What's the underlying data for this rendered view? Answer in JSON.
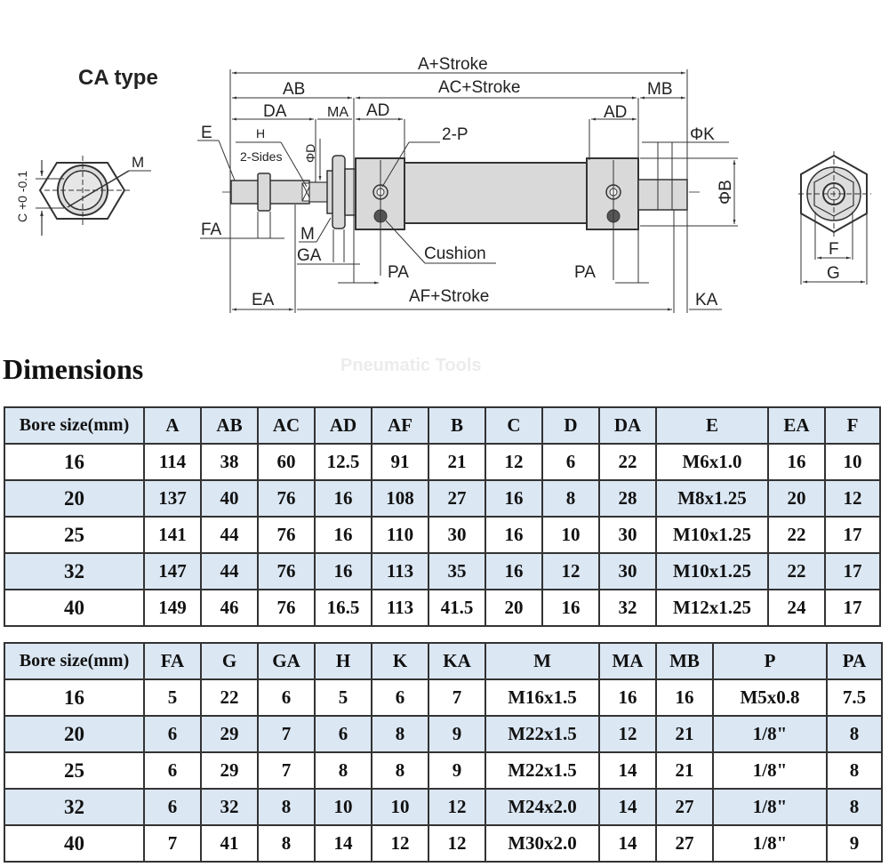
{
  "drawing": {
    "title": "CA type",
    "labels": {
      "a_stroke": "A+Stroke",
      "ab": "AB",
      "ac_stroke": "AC+Stroke",
      "mb": "MB",
      "da": "DA",
      "ma": "MA",
      "ad_left": "AD",
      "ad_right": "AD",
      "e": "E",
      "h": "H",
      "two_sides": "2-Sides",
      "phi_d": "ΦD",
      "two_p": "2-P",
      "phi_k": "ΦK",
      "phi_b": "ΦB",
      "fa": "FA",
      "m_mid": "M",
      "ga": "GA",
      "cushion": "Cushion",
      "pa_left": "PA",
      "pa_right": "PA",
      "ea": "EA",
      "af_stroke": "AF+Stroke",
      "ka": "KA",
      "m_left": "M",
      "c_tol": "C +0 -0.1",
      "f": "F",
      "g": "G"
    }
  },
  "section_title": "Dimensions",
  "watermark": "Pneumatic Tools",
  "table1": {
    "headers": [
      "Bore size(mm)",
      "A",
      "AB",
      "AC",
      "AD",
      "AF",
      "B",
      "C",
      "D",
      "DA",
      "E",
      "EA",
      "F"
    ],
    "rows": [
      [
        "16",
        "114",
        "38",
        "60",
        "12.5",
        "91",
        "21",
        "12",
        "6",
        "22",
        "M6x1.0",
        "16",
        "10"
      ],
      [
        "20",
        "137",
        "40",
        "76",
        "16",
        "108",
        "27",
        "16",
        "8",
        "28",
        "M8x1.25",
        "20",
        "12"
      ],
      [
        "25",
        "141",
        "44",
        "76",
        "16",
        "110",
        "30",
        "16",
        "10",
        "30",
        "M10x1.25",
        "22",
        "17"
      ],
      [
        "32",
        "147",
        "44",
        "76",
        "16",
        "113",
        "35",
        "16",
        "12",
        "30",
        "M10x1.25",
        "22",
        "17"
      ],
      [
        "40",
        "149",
        "46",
        "76",
        "16.5",
        "113",
        "41.5",
        "20",
        "16",
        "32",
        "M12x1.25",
        "24",
        "17"
      ]
    ]
  },
  "table2": {
    "headers": [
      "Bore size(mm)",
      "FA",
      "G",
      "GA",
      "H",
      "K",
      "KA",
      "M",
      "MA",
      "MB",
      "P",
      "PA"
    ],
    "rows": [
      [
        "16",
        "5",
        "22",
        "6",
        "5",
        "6",
        "7",
        "M16x1.5",
        "16",
        "16",
        "M5x0.8",
        "7.5"
      ],
      [
        "20",
        "6",
        "29",
        "7",
        "6",
        "8",
        "9",
        "M22x1.5",
        "12",
        "21",
        "1/8\"",
        "8"
      ],
      [
        "25",
        "6",
        "29",
        "7",
        "8",
        "8",
        "9",
        "M22x1.5",
        "14",
        "21",
        "1/8\"",
        "8"
      ],
      [
        "32",
        "6",
        "32",
        "8",
        "10",
        "10",
        "12",
        "M24x2.0",
        "14",
        "27",
        "1/8\"",
        "8"
      ],
      [
        "40",
        "7",
        "41",
        "8",
        "14",
        "12",
        "12",
        "M30x2.0",
        "14",
        "27",
        "1/8\"",
        "9"
      ]
    ]
  },
  "colors": {
    "header_bg": "#dbe7f3",
    "alt_row_bg": "#dbe7f3",
    "border": "#333333",
    "part_fill": "#d9d9d9"
  }
}
